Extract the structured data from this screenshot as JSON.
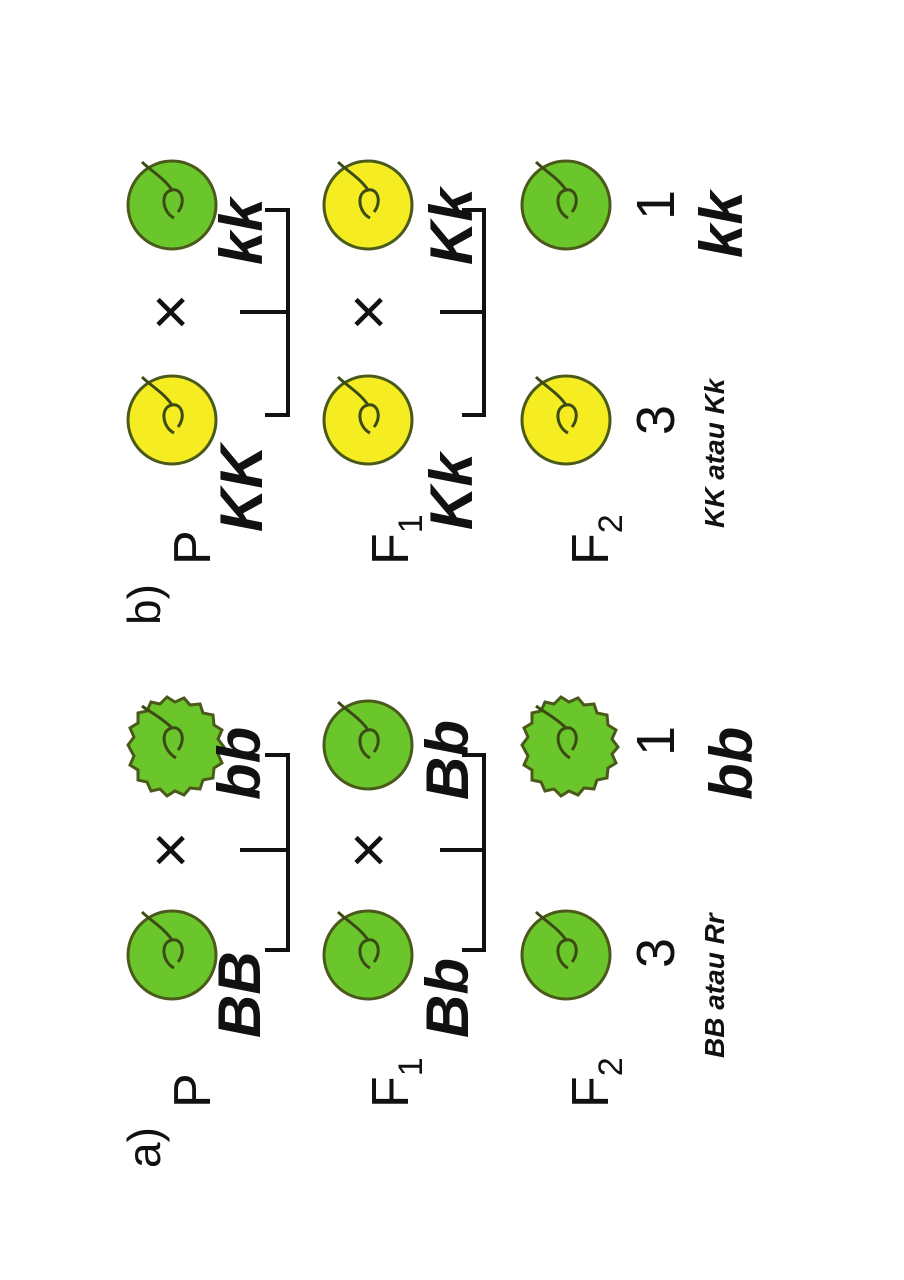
{
  "panels": [
    {
      "letter": "a)",
      "generations": {
        "p": "P",
        "f1": "F",
        "f1_sub": "1",
        "f2": "F",
        "f2_sub": "2"
      },
      "cross_symbol": "×",
      "genotypes": {
        "p_left": "BB",
        "p_right": "bb",
        "f1_left": "Bb",
        "f1_right": "Bb",
        "f2_right": "bb"
      },
      "counts": {
        "left": "3",
        "right": "1"
      },
      "note": "BB atau Rr",
      "seeds": {
        "p_left": "smooth-green",
        "p_right": "wrinkled-green",
        "f1_left": "smooth-green",
        "f1_right": "smooth-green",
        "f2_left": "smooth-green",
        "f2_right": "wrinkled-green"
      }
    },
    {
      "letter": "b)",
      "generations": {
        "p": "P",
        "f1": "F",
        "f1_sub": "1",
        "f2": "F",
        "f2_sub": "2"
      },
      "cross_symbol": "×",
      "genotypes": {
        "p_left": "KK",
        "p_right": "kk",
        "f1_left": "Kk",
        "f1_right": "Kk",
        "f2_right": "kk"
      },
      "counts": {
        "left": "3",
        "right": "1"
      },
      "note": "KK atau Kk",
      "seeds": {
        "p_left": "yellow",
        "p_right": "green",
        "f1_left": "yellow",
        "f1_right": "yellow",
        "f2_left": "yellow",
        "f2_right": "green"
      }
    }
  ],
  "colors": {
    "green": "#6bc62b",
    "yellow": "#f5ec22",
    "outline": "#4a5a1a",
    "text": "#111111"
  }
}
